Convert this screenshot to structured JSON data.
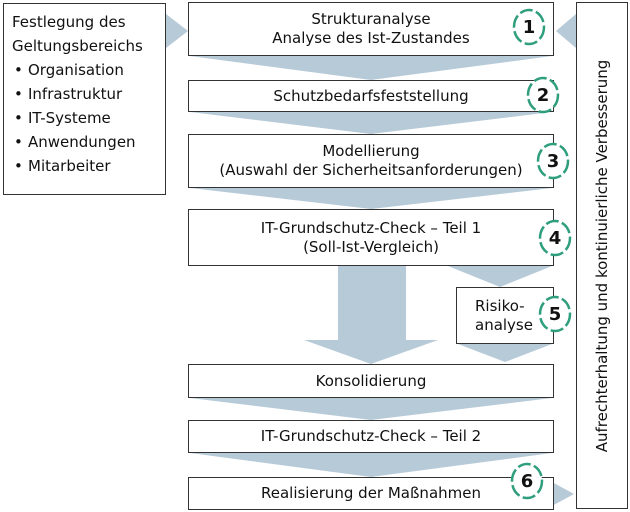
{
  "scope": {
    "title_line1": "Festlegung des",
    "title_line2": "Geltungsbereichs",
    "items": [
      "Organisation",
      "Infrastruktur",
      "IT-Systeme",
      "Anwendungen",
      "Mitarbeiter"
    ]
  },
  "steps": [
    {
      "line1": "Strukturanalyse",
      "line2": "Analyse des Ist-Zustandes",
      "badge": "1"
    },
    {
      "line1": "Schutzbedarfsfeststellung",
      "badge": "2"
    },
    {
      "line1": "Modellierung",
      "line2": "(Auswahl der Sicherheitsanforderungen)",
      "badge": "3"
    },
    {
      "line1": "IT-Grundschutz-Check – Teil 1",
      "line2": "(Soll-Ist-Vergleich)",
      "badge": "4"
    },
    {
      "line1": "Risiko-",
      "line2": "analyse",
      "badge": "5"
    },
    {
      "line1": "Konsolidierung"
    },
    {
      "line1": "IT-Grundschutz-Check – Teil 2"
    },
    {
      "line1": "Realisierung der Maßnahmen",
      "badge": "6"
    }
  ],
  "maintenance": {
    "label": "Aufrechterhaltung und kontinuierliche Verbesserung"
  },
  "colors": {
    "arrow": "#b7cad8",
    "badge_ring": "#2e9e7d",
    "border": "#333333"
  }
}
